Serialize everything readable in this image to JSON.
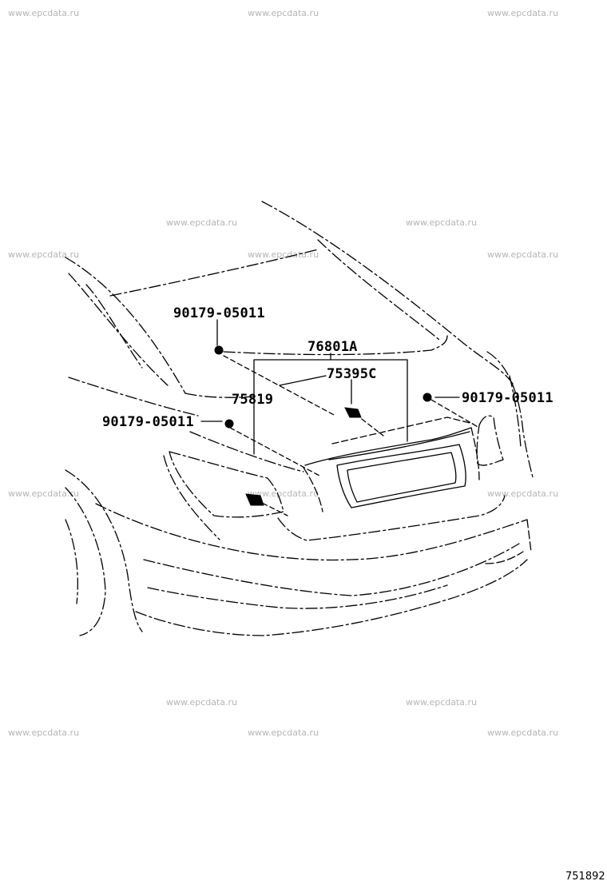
{
  "watermarks": [
    "www.epcdata.ru",
    "www.epcdata.ru",
    "www.epcdata.ru",
    "www.epcdata.ru",
    "www.epcdata.ru",
    "www.epcdata.ru",
    "www.epcdata.ru",
    "www.epcdata.ru",
    "www.epcdata.ru",
    "www.epcdata.ru",
    "www.epcdata.ru",
    "www.epcdata.ru",
    "www.epcdata.ru",
    "www.epcdata.ru",
    "www.epcdata.ru",
    "www.epcdata.ru"
  ],
  "callouts": {
    "bolt_top_left": "90179-05011",
    "garnish_assembly": "76801A",
    "emblem": "75395C",
    "bolt_right": "90179-05011",
    "emblem_left": "75819",
    "bolt_left": "90179-05011"
  },
  "diagram_id": "751892"
}
